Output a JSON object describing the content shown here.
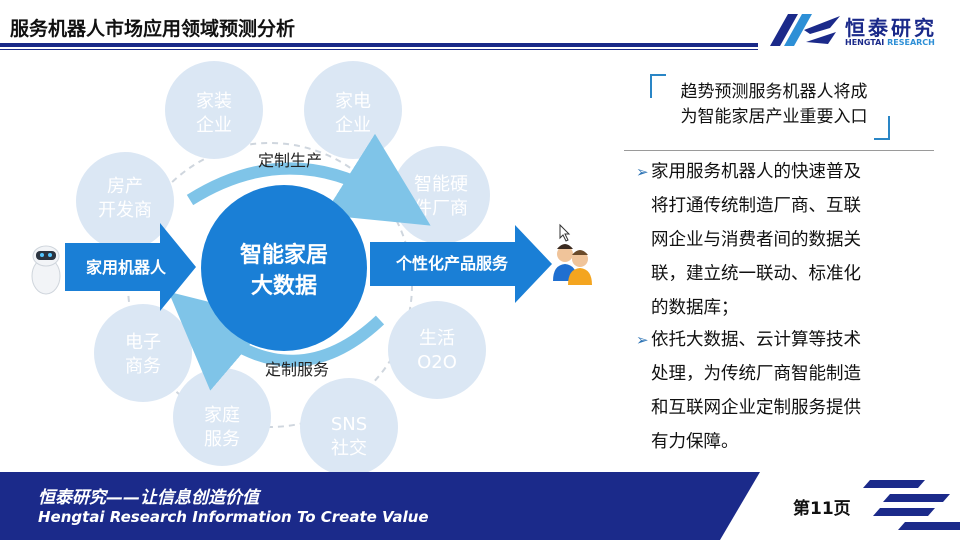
{
  "header": {
    "title": "服务机器人市场应用领域预测分析",
    "logo_cn": "恒泰研究",
    "logo_en_a": "HENGTAI",
    "logo_en_b": "RESEARCH"
  },
  "diagram": {
    "center": {
      "line1": "智能家居",
      "line2": "大数据"
    },
    "satellites": [
      {
        "line1": "家装",
        "line2": "企业"
      },
      {
        "line1": "家电",
        "line2": "企业"
      },
      {
        "line1": "智能硬",
        "line2": "件厂商"
      },
      {
        "line1": "生活",
        "line2": "O2O"
      },
      {
        "line1": "SNS",
        "line2": "社交"
      },
      {
        "line1": "家庭",
        "line2": "服务"
      },
      {
        "line1": "电子",
        "line2": "商务"
      },
      {
        "line1": "房产",
        "line2": "开发商"
      }
    ],
    "input_arrow": "家用机器人",
    "output_arrow": "个性化产品服务",
    "top_curve_label": "定制生产",
    "bottom_curve_label": "定制服务",
    "colors": {
      "satellite": "#dbe7f4",
      "center": "#1a7fd6",
      "arrow": "#1a7fd6",
      "curve": "#7fc4e8"
    }
  },
  "panel": {
    "quote_line1": "趋势预测服务机器人将成",
    "quote_line2": "为智能家居产业重要入口",
    "bullet1": [
      "家用服务机器人的快速普及",
      "将打通传统制造厂商、互联",
      "网企业与消费者间的数据关",
      "联，建立统一联动、标准化",
      "的数据库；"
    ],
    "bullet2": [
      "依托大数据、云计算等技术",
      "处理，为传统厂商智能制造",
      "和互联网企业定制服务提供",
      "有力保障。"
    ]
  },
  "footer": {
    "slogan_cn": "恒泰研究——让信息创造价值",
    "slogan_en": "Hengtai Research Information To Create Value",
    "page": "第11页"
  }
}
